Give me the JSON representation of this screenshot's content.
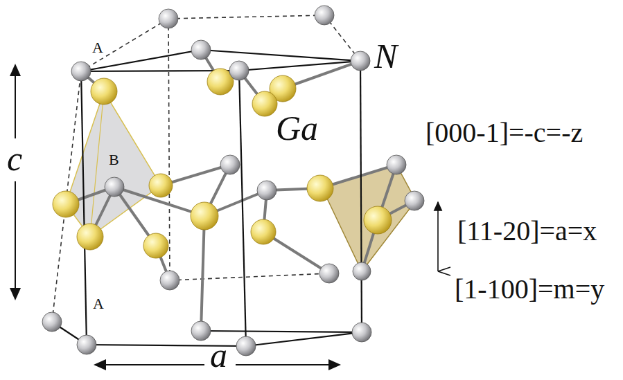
{
  "diagram": {
    "labels": [
      "A",
      "N",
      "Ga",
      "B",
      "[000-1]=-c=-z",
      "c",
      "[11-20]=a=x",
      "[1-100]=m=y",
      "A",
      "a"
    ]
  }
}
